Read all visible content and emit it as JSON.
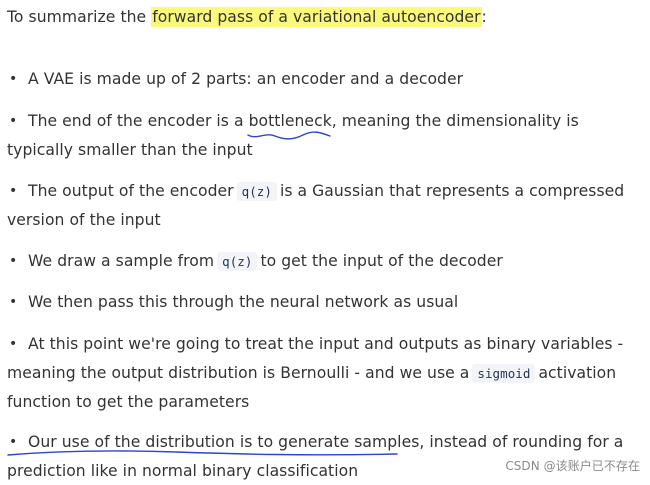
{
  "intro": {
    "prefix": "To summarize the ",
    "highlight": "forward pass of a variational autoencoder",
    "suffix": ":"
  },
  "bullets": [
    {
      "text_1": "A VAE is made up of 2 parts: an encoder and a decoder"
    },
    {
      "text_1": "The end of the encoder is a ",
      "underlined": "bottleneck",
      "text_2": ", meaning the dimensionality is typically smaller than the input"
    },
    {
      "text_1": "The output of the encoder",
      "code": "q(z)",
      "text_2": "is a Gaussian that represents a compressed version of the input"
    },
    {
      "text_1": "We draw a sample from",
      "code": "q(z)",
      "text_2": "to get the input of the decoder"
    },
    {
      "text_1": "We then pass this through the neural network as usual"
    },
    {
      "text_1": "At this point we're going to treat the input and outputs as binary variables - meaning the output distribution is Bernoulli - and we use a",
      "code": "sigmoid",
      "text_2": "activation function to get the parameters"
    },
    {
      "underlined": "Our use of the distribution is to generate samples",
      "text_2": ", instead of rounding for a prediction like in normal binary classification"
    }
  ],
  "bullet_glyph": "•",
  "watermark": "CSDN @该账户已不存在",
  "colors": {
    "highlight": "#fbf97a",
    "underline": "#2b46c8",
    "text": "#333333"
  }
}
